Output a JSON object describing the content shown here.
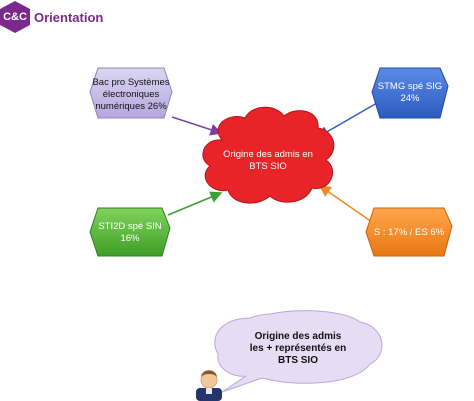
{
  "brand": {
    "logo_text": "C&C",
    "name": "Orientation",
    "color": "#7a2a8c"
  },
  "diagram": {
    "center": {
      "text_line1": "Origine des admis en",
      "text_line2": "BTS SIO",
      "fill": "#e82428"
    },
    "nodes": [
      {
        "id": "bac-pro",
        "lines": [
          "Bac pro Systèmes",
          "électroniques",
          "numériques 26%"
        ],
        "fill": "#c8bfe8",
        "arrow_color": "#7b3fa0"
      },
      {
        "id": "stmg",
        "lines": [
          "STMG spé SIG",
          "24%"
        ],
        "fill": "#3d6fd0",
        "arrow_color": "#2f5fd0"
      },
      {
        "id": "sti2d",
        "lines": [
          "STI2D spé SIN",
          "16%"
        ],
        "fill": "#5dba3a",
        "arrow_color": "#3aa035"
      },
      {
        "id": "s-es",
        "lines": [
          "S : 17% / ES 6%"
        ],
        "fill": "#f28a1e",
        "arrow_color": "#f08a24"
      }
    ]
  },
  "callout": {
    "lines": [
      "Origine des admis",
      "les + représentés en",
      "BTS SIO"
    ],
    "fill": "#e6dcf4"
  }
}
